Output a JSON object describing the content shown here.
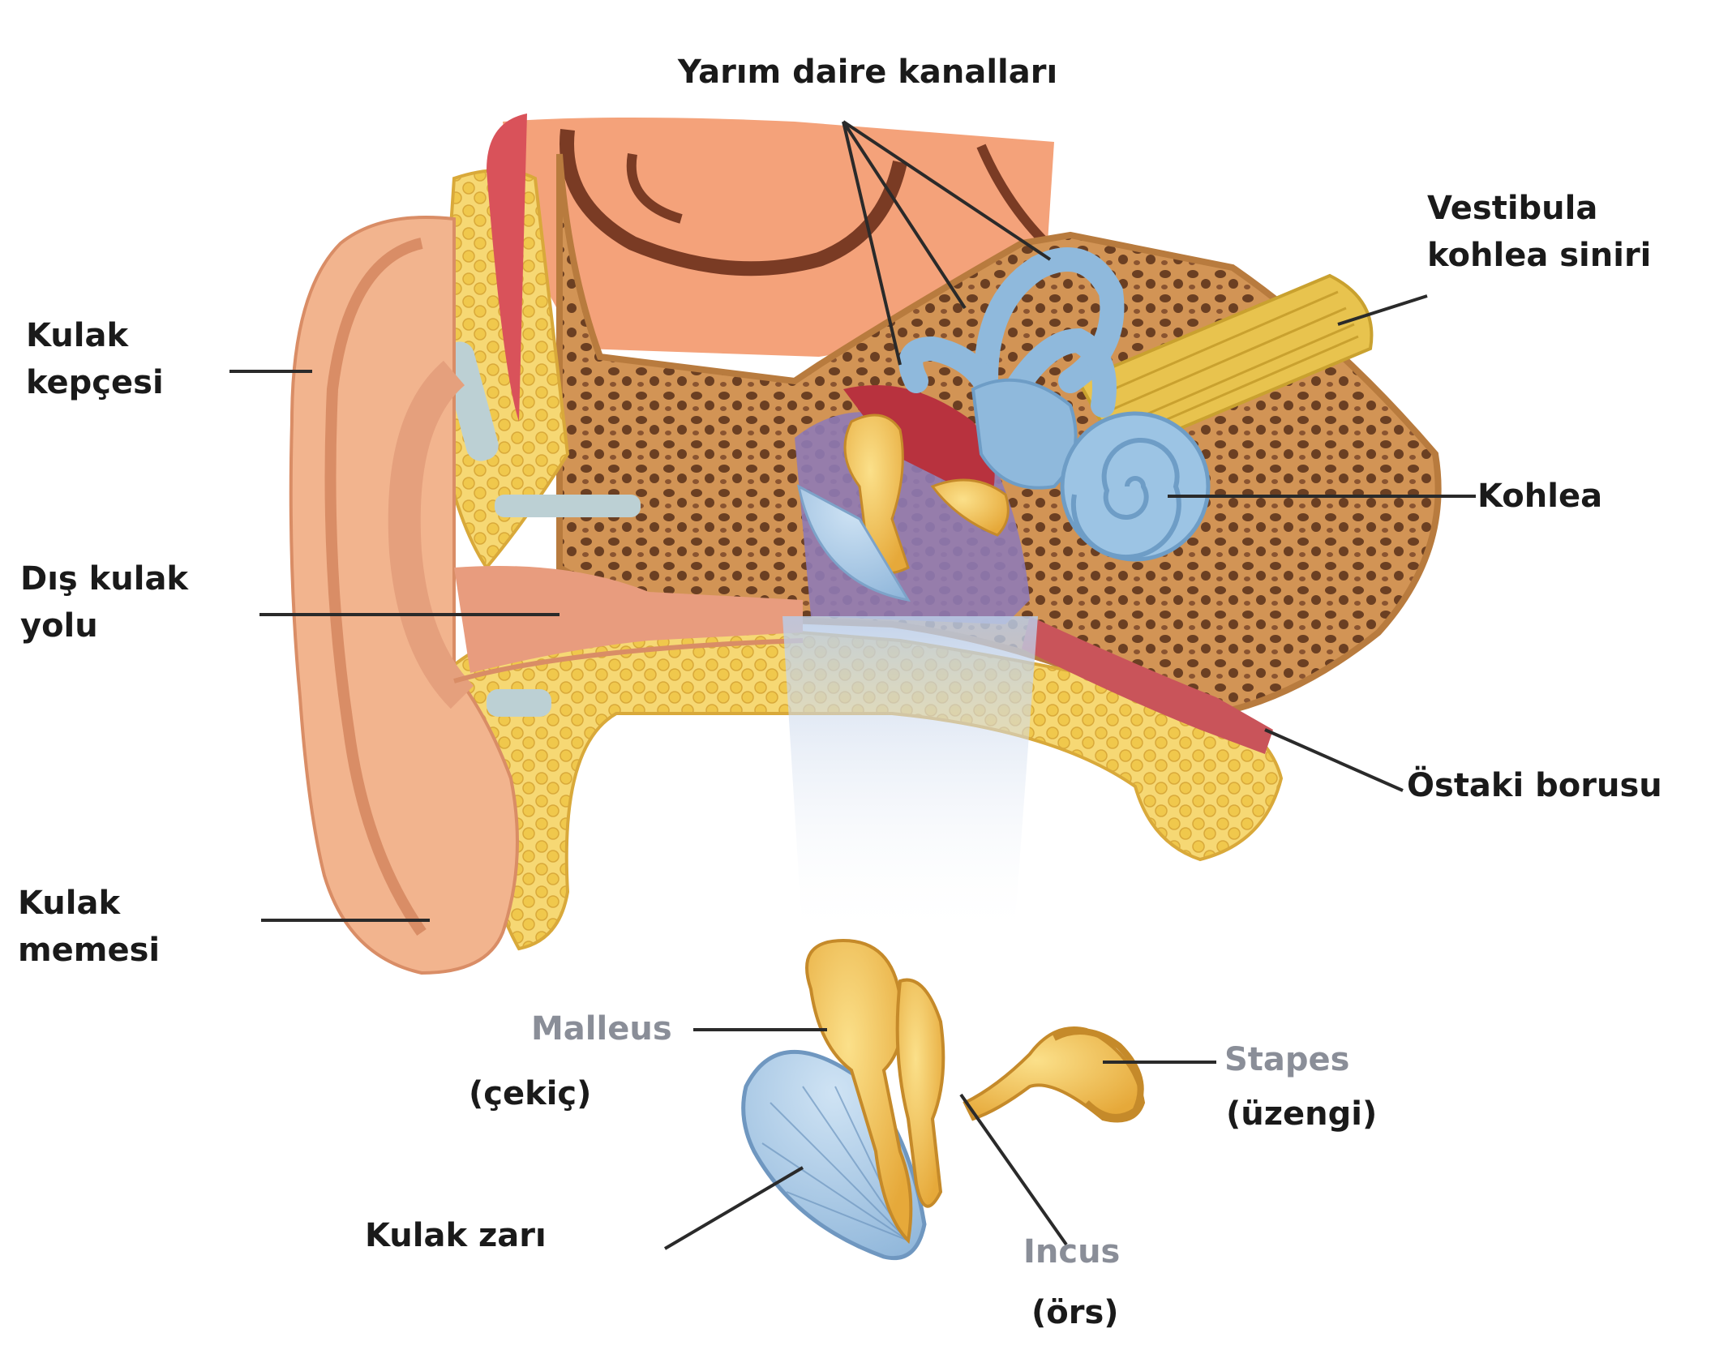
{
  "labels": {
    "semicircular_canals": "Yarım daire kanalları",
    "vestibulocochlear_nerve": [
      "Vestibula",
      "kohlea siniri"
    ],
    "auricle": [
      "Kulak",
      "kepçesi"
    ],
    "cochlea": "Kohlea",
    "ear_canal": [
      "Dış kulak",
      "yolu"
    ],
    "eustachian_tube": "Östaki borusu",
    "earlobe": [
      "Kulak",
      "memesi"
    ],
    "malleus": "Malleus",
    "malleus_tr": "(çekiç)",
    "stapes": "Stapes",
    "stapes_tr": "(üzengi)",
    "eardrum": "Kulak zarı",
    "incus": "Incus",
    "incus_tr": "(örs)"
  },
  "colors": {
    "skin": "#f2b48e",
    "skin_dark": "#d98d66",
    "fat": "#f3d36a",
    "bone": "#c98a4a",
    "bone_pore": "#6b3f22",
    "brain": "#f4a27a",
    "canal_blue": "#8fb9dc",
    "ossicle": "#f3c15a",
    "nerve": "#e8c34e",
    "tympanic": "#8f7ab5",
    "tube_red": "#c9545a"
  }
}
